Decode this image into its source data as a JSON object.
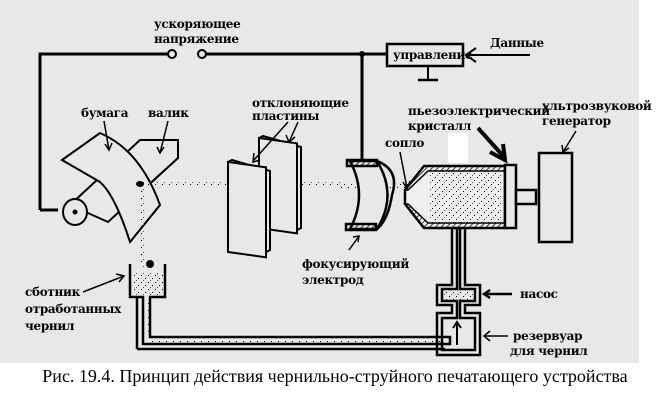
{
  "figure": {
    "labels": {
      "voltage_line1": "ускоряющее",
      "voltage_line2": "напряжение",
      "control": "управление",
      "data": "Данные",
      "paper": "бумага",
      "roller": "валик",
      "plates_line1": "отклоняющие",
      "plates_line2": "пластины",
      "piezo_line1": "пьезоэлектрический",
      "piezo_line2": "кристалл",
      "nozzle": "сопло",
      "ultrasonic_line1": "ультрозвуковой",
      "ultrasonic_line2": "генератор",
      "focus_line1": "фокусирующий",
      "focus_line2": "электрод",
      "collector_line1": "сботник",
      "collector_line2": "отработанных",
      "collector_line3": "чернил",
      "pump": "насос",
      "reservoir_line1": "резервуар",
      "reservoir_line2": "для чернил"
    },
    "colors": {
      "background": "#e8e8e8",
      "ink": "#000000",
      "page": "#ffffff"
    }
  },
  "caption": "Рис. 19.4. Принцип действия чернильно-струйного печатающего устройства"
}
